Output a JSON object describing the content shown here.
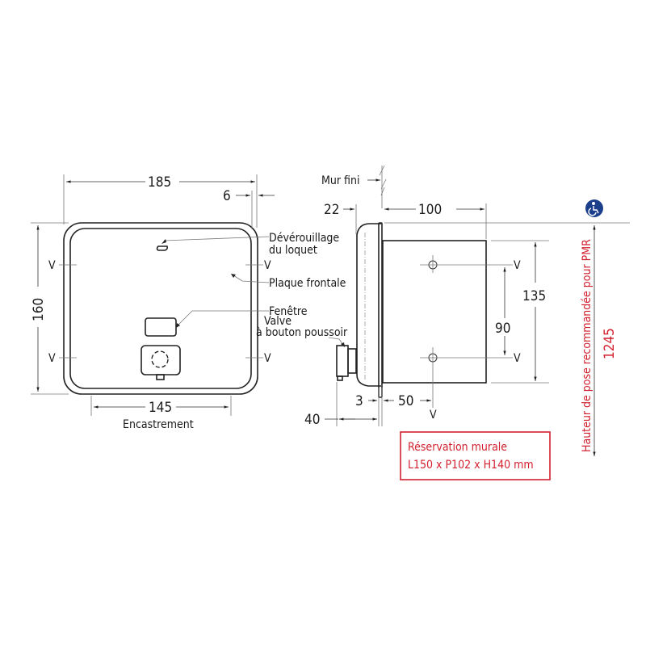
{
  "front_view": {
    "width_label": "185",
    "flange_label": "6",
    "height_label": "160",
    "recess_label": "145",
    "recess_caption": "Encastrement",
    "v_marks": [
      "V",
      "V",
      "V",
      "V"
    ]
  },
  "callouts": {
    "latch_release_line1": "Dévérouillage",
    "latch_release_line2": "du loquet",
    "front_plate": "Plaque frontale",
    "window": "Fenêtre",
    "valve_line1": "Valve",
    "valve_line2": "à bouton poussoir"
  },
  "side_view": {
    "finished_wall": "Mur fini",
    "front_depth_label": "22",
    "body_depth_label": "100",
    "body_height_label": "135",
    "hole_spacing_label": "90",
    "flange_thickness_label": "3",
    "hole_offset_label": "50",
    "valve_depth_label": "40",
    "v_marks": [
      "V",
      "V",
      "V"
    ]
  },
  "wall_reservation": {
    "line1": "Réservation murale",
    "line2": "L150 x P102 x H140 mm",
    "color": "#d3202f"
  },
  "pmr": {
    "icon": "wheelchair-accessibility-icon",
    "icon_color": "#1b3f8b",
    "caption": "Hauteur de pose recommandée pour PMR",
    "height_value": "1245",
    "color": "#d3202f"
  }
}
